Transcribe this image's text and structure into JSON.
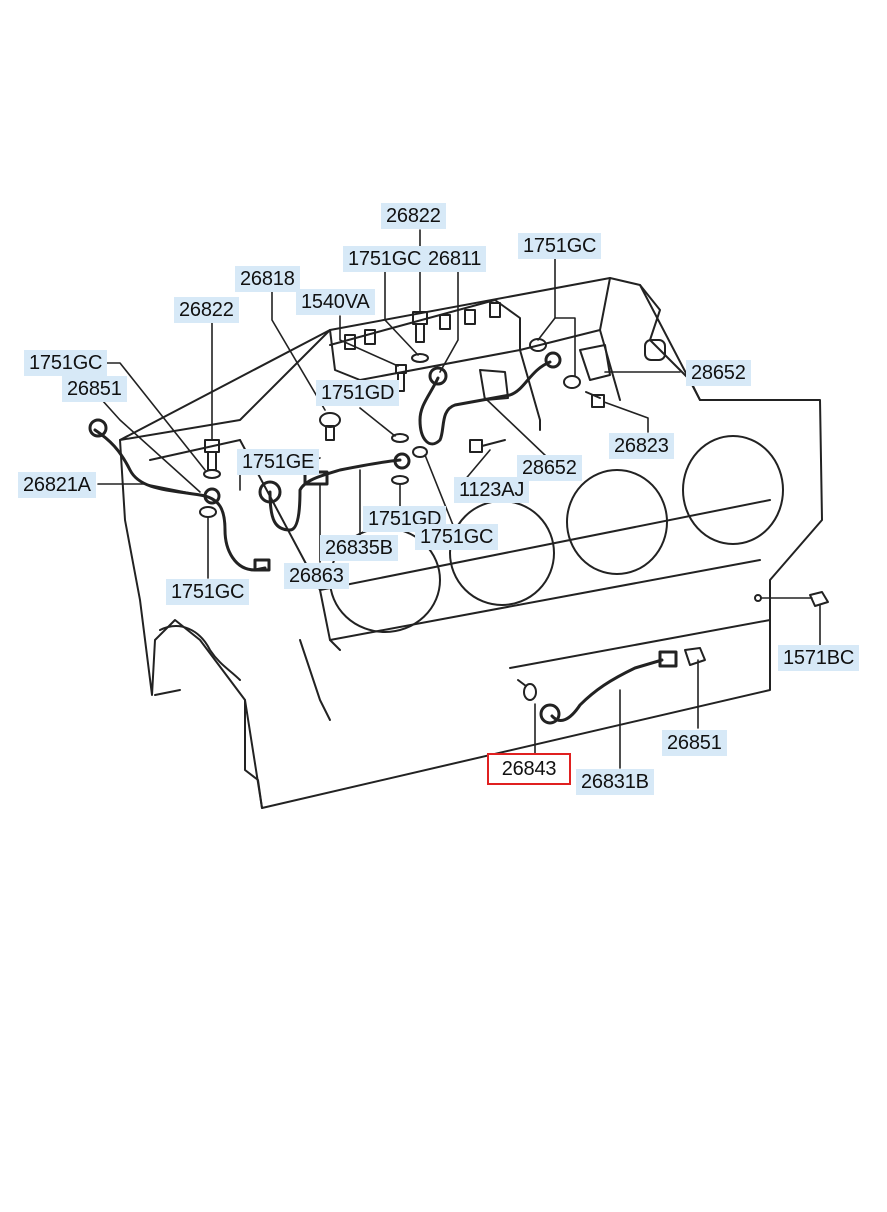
{
  "labels": {
    "l26822_top": "26822",
    "l1751GC_top": "1751GC",
    "l26811": "26811",
    "l1751GC_right_top": "1751GC",
    "l26818": "26818",
    "l1540VA": "1540VA",
    "l26822_left": "26822",
    "l1751GC_left": "1751GC",
    "l26851_left": "26851",
    "l28652_right": "28652",
    "l1751GD_top": "1751GD",
    "l26823": "26823",
    "l1751GE": "1751GE",
    "l28652_mid": "28652",
    "l26821A": "26821A",
    "l1123AJ": "1123AJ",
    "l1751GD_bottom": "1751GD",
    "l1751GC_mid": "1751GC",
    "l26835B": "26835B",
    "l26863": "26863",
    "l1751GC_bottom": "1751GC",
    "l1571BC": "1571BC",
    "l26851_right": "26851",
    "l26843": "26843",
    "l26831B": "26831B"
  },
  "highlight_color": "#e02020",
  "label_bg_color": "#d7e9f7"
}
